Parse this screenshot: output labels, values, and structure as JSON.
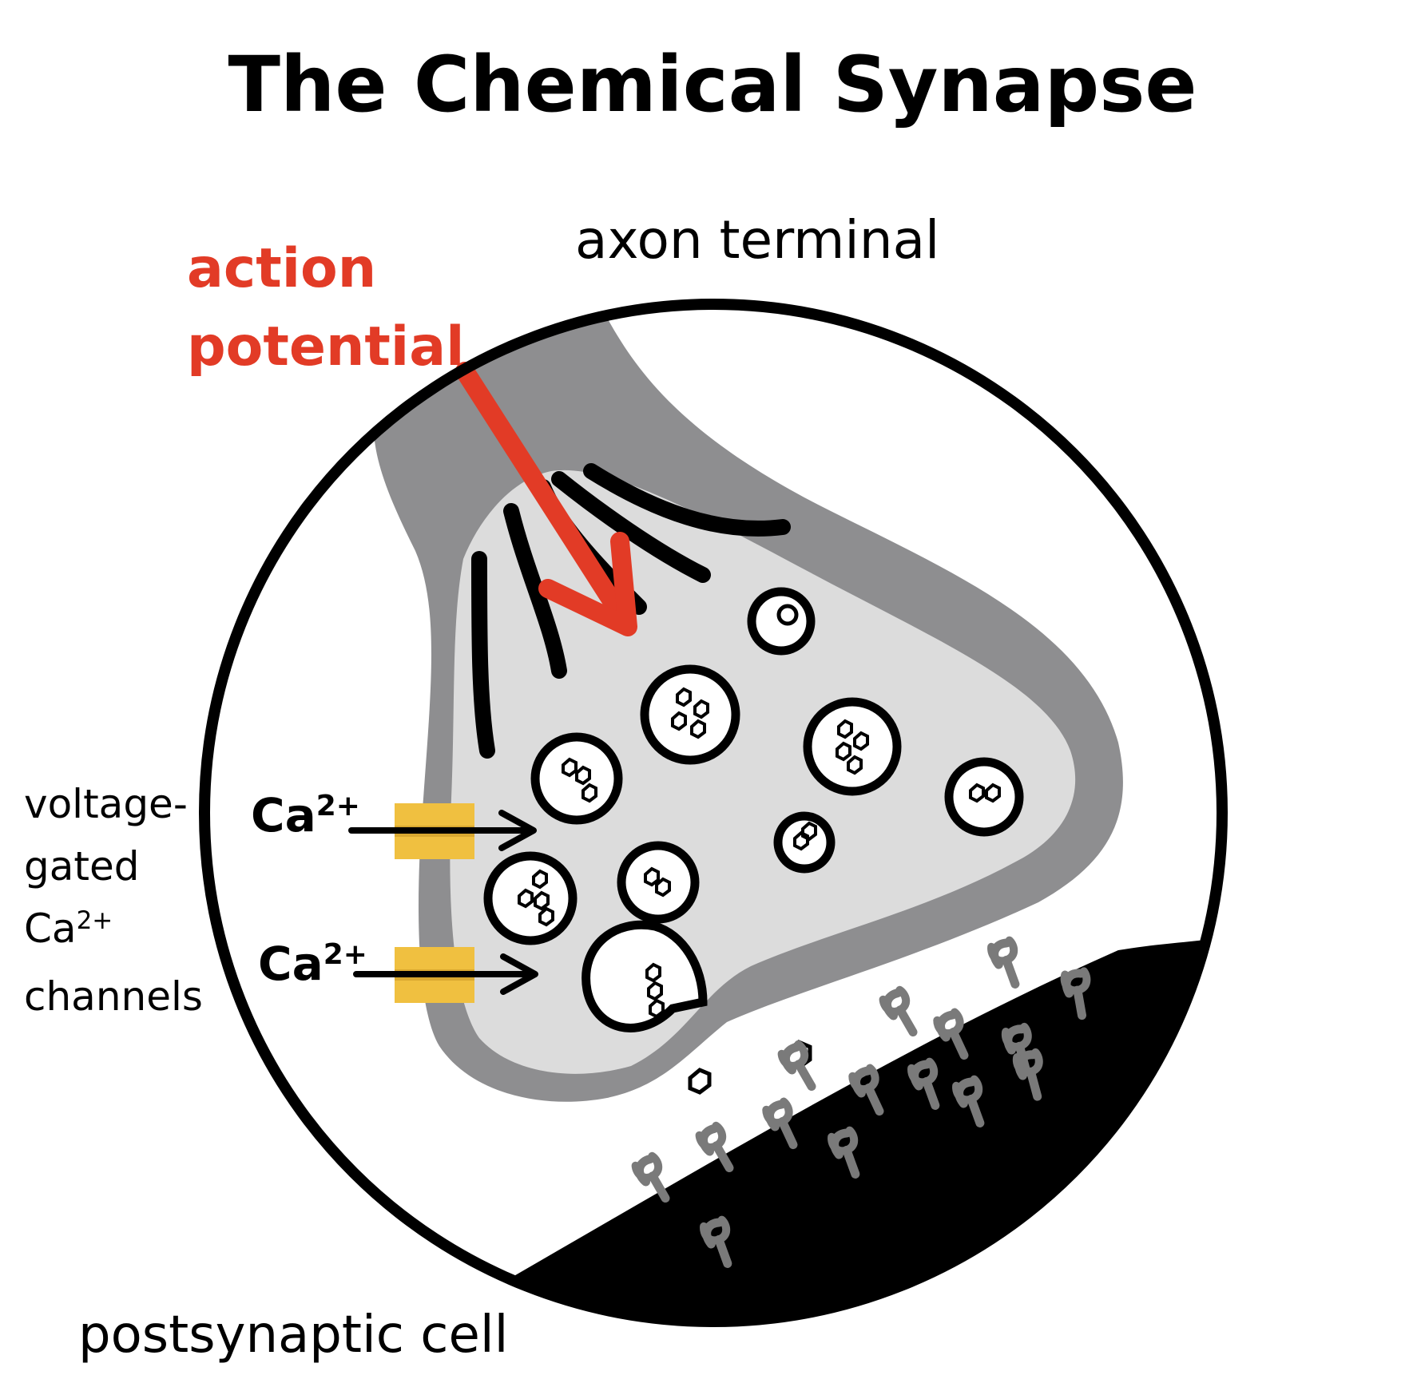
{
  "title": "The Chemical Synapse",
  "labels": {
    "axon_terminal": "axon terminal",
    "action_potential_line1": "action",
    "action_potential_line2": "potential",
    "channels_line1": "voltage-",
    "channels_line2": "gated",
    "channels_line3_base": "Ca",
    "channels_line3_sup": "2+",
    "channels_line4": "channels",
    "ion_base": "Ca",
    "ion_sup": "2+",
    "postsynaptic_cell": "postsynaptic cell"
  },
  "colors": {
    "action_potential": "#e23b26",
    "channel": "#f0c040",
    "cytoplasm": "#dcdcdc",
    "membrane": "#8e8e90",
    "receptor": "#7a7a7a",
    "postsynaptic": "#000000",
    "outline": "#000000"
  },
  "icons": [
    "synaptic-vesicle-icon",
    "neurotransmitter-icon",
    "receptor-icon",
    "calcium-channel-icon",
    "arrow-icon"
  ]
}
